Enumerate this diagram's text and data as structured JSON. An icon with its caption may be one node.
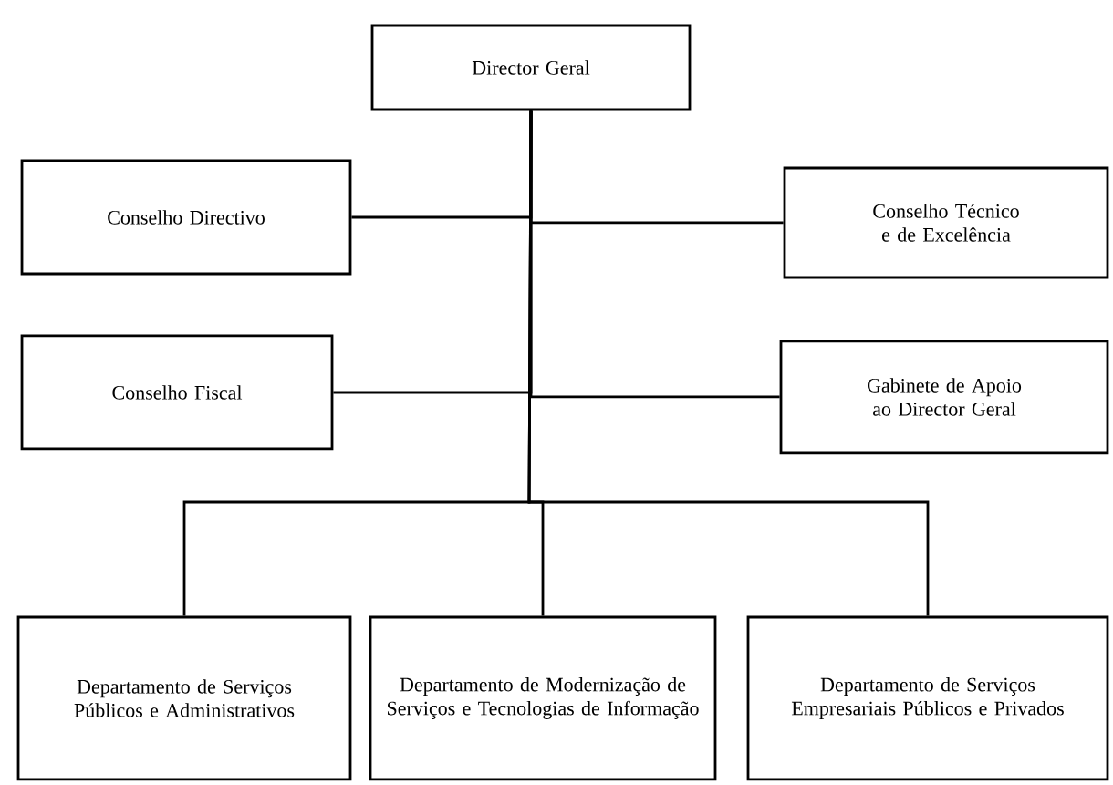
{
  "diagram": {
    "nodes": [
      {
        "text": [
          "Director Geral"
        ]
      },
      {
        "text": [
          "Conselho Directivo"
        ]
      },
      {
        "text": [
          "Conselho Técnico e de Excelência"
        ]
      },
      {
        "text": [
          "Conselho Fiscal"
        ]
      },
      {
        "text": [
          "Gabinete de Apoio ao Director Geral"
        ]
      },
      {
        "text": [
          "Departamento de Serviços Públicos e Administrativos"
        ]
      },
      {
        "text": [
          "Departamento de Modernização de Serviços e Tecnologias de Informação"
        ]
      },
      {
        "text": [
          "Departamento de Serviços Empresariais Públicos e Privados"
        ]
      }
    ],
    "edges": [
      {
        "from": 0,
        "to": 1,
        "arrow": "none"
      },
      {
        "from": 0,
        "to": 2,
        "arrow": "none"
      },
      {
        "from": 0,
        "to": 3,
        "arrow": "none"
      },
      {
        "from": 0,
        "to": 4,
        "arrow": "none"
      },
      {
        "from": 0,
        "to": 5,
        "arrow": "none"
      },
      {
        "from": 0,
        "to": 6,
        "arrow": "none"
      },
      {
        "from": 0,
        "to": 7,
        "arrow": "none"
      }
    ]
  }
}
